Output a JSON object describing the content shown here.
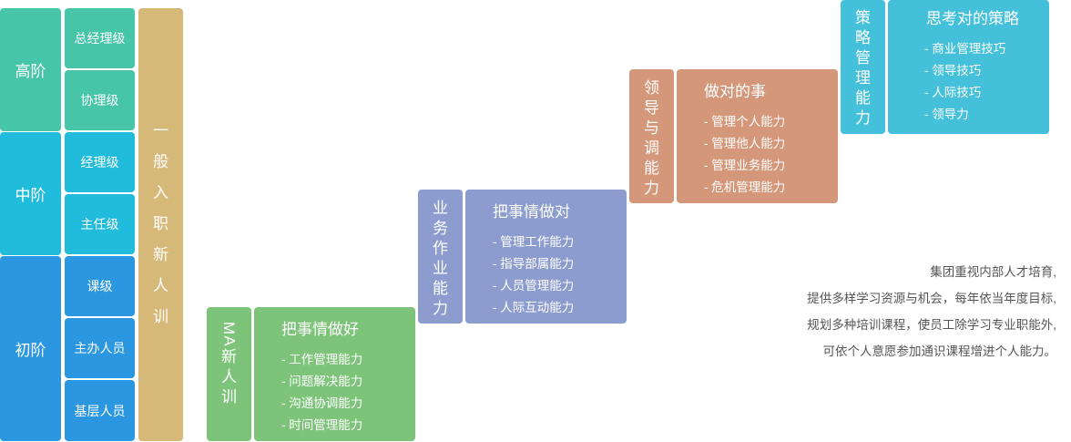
{
  "levels": {
    "high": "高阶",
    "mid": "中阶",
    "junior": "初阶"
  },
  "ranks": [
    "总经理级",
    "协理级",
    "经理级",
    "主任级",
    "课级",
    "主办人员",
    "基层人员"
  ],
  "intro_training": [
    "一",
    "般",
    "入",
    "职",
    "新",
    "人",
    "训"
  ],
  "steps": [
    {
      "label": [
        "M",
        "A",
        "新",
        "人",
        "训"
      ],
      "title": "把事情做好",
      "items": [
        "工作管理能力",
        "问题解决能力",
        "沟通协调能力",
        "时间管理能力"
      ]
    },
    {
      "label": [
        "业",
        "务",
        "作",
        "业",
        "能",
        "力"
      ],
      "title": "把事情做对",
      "items": [
        "管理工作能力",
        "指导部属能力",
        "人员管理能力",
        "人际互动能力"
      ]
    },
    {
      "label": [
        "领",
        "导",
        "与",
        "调",
        "能",
        "力"
      ],
      "title": "做对的事",
      "items": [
        "管理个人能力",
        "管理他人能力",
        "管理业务能力",
        "危机管理能力"
      ]
    },
    {
      "label": [
        "策",
        "略",
        "管",
        "理",
        "能",
        "力"
      ],
      "title": "思考对的策略",
      "items": [
        "商业管理技巧",
        "领导技巧",
        "人际技巧",
        "领导力"
      ]
    }
  ],
  "description": [
    "集团重视内部人才培育,",
    "提供多样学习资源与机会，每年依当年度目标,",
    "规划多种培训课程，使员工除学习专业职能外,",
    "可依个人意愿参加通识课程增进个人能力。"
  ],
  "colors": {
    "high": "#46c5a9",
    "mid": "#21bcdb",
    "junior": "#2b97e0",
    "intro": "#d6b978",
    "step1": "#7dc47a",
    "step2": "#8c9ccf",
    "step3": "#d4977a",
    "step4": "#44c0da"
  }
}
